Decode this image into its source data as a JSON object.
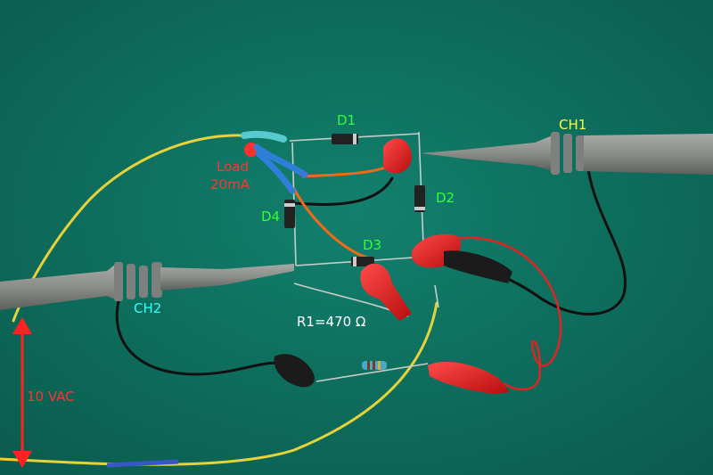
{
  "labels": {
    "ch1": "CH1",
    "ch2": "CH2",
    "d1": "D1",
    "d2": "D2",
    "d3": "D3",
    "d4": "D4",
    "load_line1": "Load",
    "load_line2": "20mA",
    "r1": "R1=470 Ω",
    "vac": "10 VAC"
  },
  "colors": {
    "board": "#0e6b5c",
    "ch1_label": "#ffff33",
    "diode_label": "#33ff33",
    "ch2_label": "#33ffff",
    "load_label": "#ff3333",
    "vac_arrow": "#ff2222",
    "r1_label": "#ffffff"
  }
}
